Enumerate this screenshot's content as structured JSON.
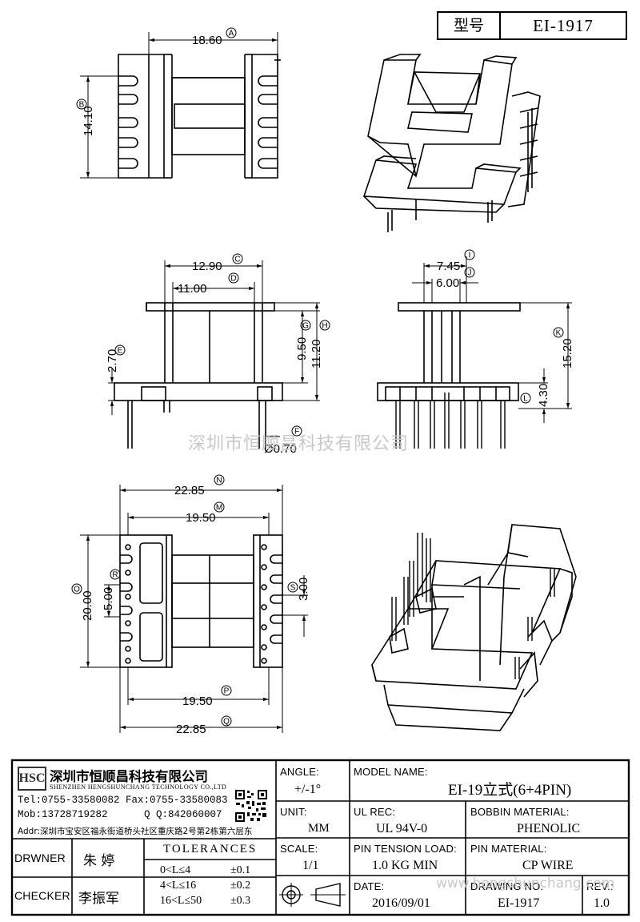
{
  "header": {
    "model_label": "型号",
    "model_value": "EI-1917"
  },
  "watermark": {
    "center": "深圳市恒顺昌科技有限公司",
    "bottom": "www.hengshunchang.com"
  },
  "dims": {
    "A": "18.60",
    "B": "14.10",
    "C": "12.90",
    "D": "11.00",
    "E": "2.70",
    "F": "Ø0.70",
    "G": "9.50",
    "H": "11.20",
    "I": "7.45",
    "J": "6.00",
    "K": "15.20",
    "L": "4.30",
    "N": "22.85",
    "M": "19.50",
    "O": "20.00",
    "R": "5.00",
    "S": "3.00",
    "P": "19.50",
    "Q": "22.85"
  },
  "markers": [
    "A",
    "B",
    "C",
    "D",
    "E",
    "F",
    "G",
    "H",
    "I",
    "J",
    "K",
    "L",
    "M",
    "N",
    "O",
    "P",
    "Q",
    "R",
    "S"
  ],
  "company": {
    "logo": "HSC",
    "name_cn": "深圳市恒顺昌科技有限公司",
    "name_en": "SHENZHEN HENGSHUNCHANG TECHNOLOGY CO.,LTD",
    "tel": "Tel:0755-33580082 Fax:0755-33580083",
    "mob": "Mob:13728719282",
    "qq": "Q Q:842060007",
    "addr": "Addr:深圳市宝安区福永街道桥头社区重庆路2号第2栋第六层东"
  },
  "people": {
    "drawer_label": "DRWNER",
    "drawer": "朱 婷",
    "checker_label": "CHECKER",
    "checker": "李振军"
  },
  "tolerances": {
    "title": "TOLERANCES",
    "rows": [
      {
        "range": "0<L≤4",
        "tol": "±0.1"
      },
      {
        "range": "4<L≤16",
        "tol": "±0.2"
      },
      {
        "range": "16<L≤50",
        "tol": "±0.3"
      }
    ]
  },
  "fields": {
    "angle_label": "ANGLE:",
    "angle": "+/-1°",
    "unit_label": "UNIT:",
    "unit": "MM",
    "scale_label": "SCALE:",
    "scale": "1/1",
    "model_name_label": "MODEL NAME:",
    "model_name": "EI-19立式(6+4PIN)",
    "ul_label": "UL REC:",
    "ul": "UL 94V-0",
    "bobbin_label": "BOBBIN MATERIAL:",
    "bobbin": "PHENOLIC",
    "tension_label": "PIN TENSION LOAD:",
    "tension": "1.0 KG MIN",
    "pin_label": "PIN MATERIAL:",
    "pin": "CP WIRE",
    "date_label": "DATE:",
    "date": "2016/09/01",
    "drawing_label": "DRAWING NO.",
    "drawing": "EI-1917",
    "rev_label": "REV.:",
    "rev": "1.0"
  }
}
